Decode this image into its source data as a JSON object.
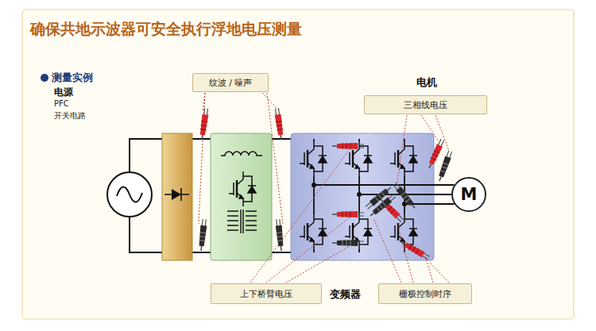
{
  "diagram": {
    "title": "确保共地示波器可安全执行浮地电压测量",
    "nodes": [
      {
        "text": [
          "纹波 / 噪声"
        ]
      },
      {
        "text": [
          "三相线电压"
        ]
      },
      {
        "text": [
          "变频器"
        ]
      },
      {
        "text": [
          "M"
        ]
      },
      {
        "text": [
          "上下桥臂电压"
        ]
      },
      {
        "text": [
          "栅极控制时序"
        ]
      }
    ],
    "edges": [
      {
        "from": 2,
        "to": 3,
        "arrow": "none"
      },
      {
        "from": 2,
        "to": 3,
        "arrow": "none"
      },
      {
        "from": 2,
        "to": 3,
        "arrow": "none"
      }
    ],
    "labels": [
      "测量实例",
      "电源",
      "PFC",
      "开关电路",
      "电机"
    ]
  }
}
